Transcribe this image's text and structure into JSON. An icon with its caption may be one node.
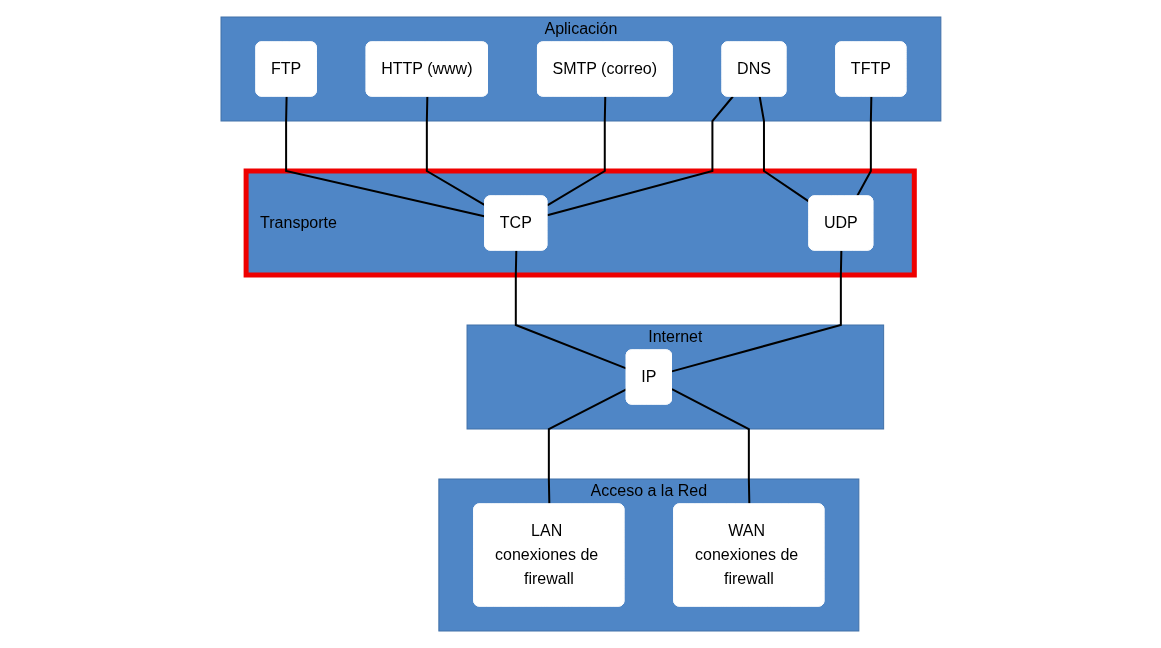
{
  "diagram": {
    "nodes": [
      {
        "text": [
          "Aplicación"
        ]
      },
      {
        "text": [
          "FTP"
        ],
        "in": 0
      },
      {
        "text": [
          "HTTP (www)"
        ],
        "in": 0
      },
      {
        "text": [
          "SMTP (correo)"
        ],
        "in": 0
      },
      {
        "text": [
          "DNS"
        ],
        "in": 0
      },
      {
        "text": [
          "TFTP"
        ],
        "in": 0
      },
      {
        "text": [
          "Transporte"
        ]
      },
      {
        "text": [
          "TCP"
        ],
        "in": 6
      },
      {
        "text": [
          "UDP"
        ],
        "in": 6
      },
      {
        "text": [
          "Internet"
        ]
      },
      {
        "text": [
          "IP"
        ],
        "in": 9
      },
      {
        "text": [
          "Acceso a la Red"
        ]
      },
      {
        "text": [
          "LAN conexiones de firewall"
        ],
        "in": 11
      },
      {
        "text": [
          "WAN conexiones de firewall"
        ],
        "in": 11
      }
    ],
    "edges": [
      {
        "from": 1,
        "to": 7,
        "arrow": "none"
      },
      {
        "from": 2,
        "to": 7,
        "arrow": "none"
      },
      {
        "from": 3,
        "to": 7,
        "arrow": "none"
      },
      {
        "from": 4,
        "to": 7,
        "arrow": "none"
      },
      {
        "from": 4,
        "to": 8,
        "arrow": "none"
      },
      {
        "from": 5,
        "to": 8,
        "arrow": "none"
      },
      {
        "from": 7,
        "to": 10,
        "arrow": "none"
      },
      {
        "from": 8,
        "to": 10,
        "arrow": "none"
      },
      {
        "from": 10,
        "to": 12,
        "arrow": "none"
      },
      {
        "from": 10,
        "to": 13,
        "arrow": "none"
      }
    ]
  }
}
